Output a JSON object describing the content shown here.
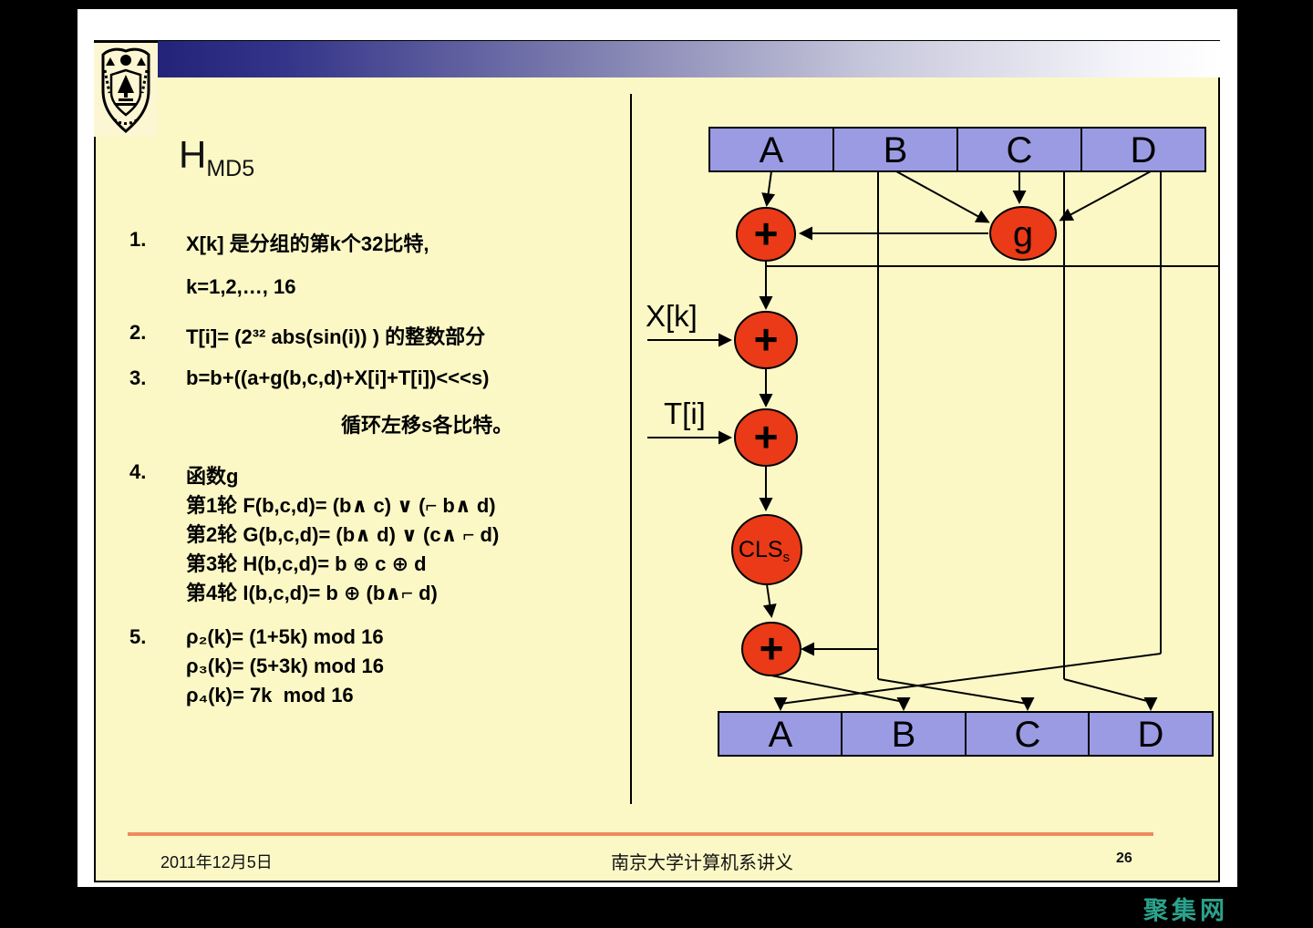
{
  "slide": {
    "title": {
      "main": "H",
      "sub": "MD5"
    },
    "list": {
      "items": [
        {
          "num": "1.",
          "text": "X[k] 是分组的第k个32比特,"
        },
        {
          "num": "",
          "text": "k=1,2,…, 16"
        },
        {
          "num": "2.",
          "text": "T[i]= (2³² abs(sin(i)) ) 的整数部分"
        },
        {
          "num": "3.",
          "text": "b=b+((a+g(b,c,d)+X[i]+T[i])<<<s)"
        },
        {
          "num": "",
          "text": "循环左移s各比特。"
        },
        {
          "num": "4.",
          "text": "函数g"
        },
        {
          "num": "",
          "text": "第1轮 F(b,c,d)= (b∧ c) ∨ (⌐ b∧ d)"
        },
        {
          "num": "",
          "text": "第2轮 G(b,c,d)= (b∧ d) ∨ (c∧ ⌐ d)"
        },
        {
          "num": "",
          "text": "第3轮 H(b,c,d)= b ⊕ c ⊕ d"
        },
        {
          "num": "",
          "text": "第4轮 I(b,c,d)= b ⊕ (b∧⌐ d)"
        },
        {
          "num": "5.",
          "text": "ρ₂(k)= (1+5k) mod 16"
        },
        {
          "num": "",
          "text": "ρ₃(k)= (5+3k) mod 16"
        },
        {
          "num": "",
          "text": "ρ₄(k)= 7k  mod 16"
        }
      ]
    },
    "diagram": {
      "registers_top": [
        "A",
        "B",
        "C",
        "D"
      ],
      "registers_bottom": [
        "A",
        "B",
        "C",
        "D"
      ],
      "nodes": {
        "plus": "+",
        "g": "g",
        "cls_main": "CLS",
        "cls_sub": "s"
      },
      "labels": {
        "xk": "X[k]",
        "ti": "T[i]"
      },
      "colors": {
        "register_fill": "#9b9be4",
        "node_fill": "#ea3a17",
        "line": "#000000"
      }
    },
    "footer": {
      "date": "2011年12月5日",
      "center": "南京大学计算机系讲义",
      "page": "26",
      "rule_color": "#ED8B60"
    },
    "logo_name": "nanjing-university-seal",
    "colors": {
      "slide_bg": "#fbf8c6",
      "bar_gradient_start": "#23237a",
      "bar_gradient_end": "#ffffff",
      "surround": "#000000"
    }
  },
  "watermark": {
    "text": "聚集网",
    "color": "#2BA28C"
  }
}
